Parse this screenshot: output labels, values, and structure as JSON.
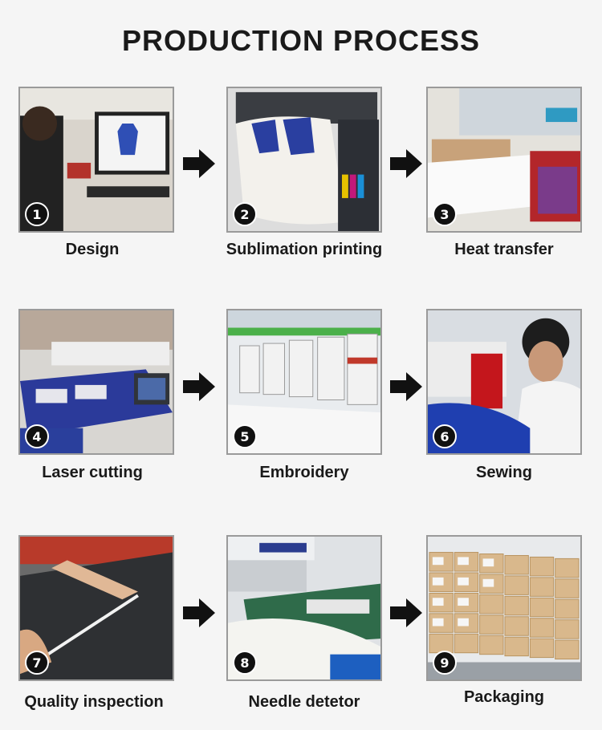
{
  "title": "PRODUCTION PROCESS",
  "steps": [
    {
      "number": "1",
      "label": "Design"
    },
    {
      "number": "2",
      "label": "Sublimation printing"
    },
    {
      "number": "3",
      "label": "Heat transfer"
    },
    {
      "number": "4",
      "label": "Laser cutting"
    },
    {
      "number": "5",
      "label": "Embroidery"
    },
    {
      "number": "6",
      "label": "Sewing"
    },
    {
      "number": "7",
      "label": "Quality inspection"
    },
    {
      "number": "8",
      "label": "Needle detetor"
    },
    {
      "number": "9",
      "label": "Packaging"
    }
  ],
  "colors": {
    "text": "#1a1a1a",
    "arrow": "#111111",
    "badge": "#111111"
  },
  "icons": {
    "arrow": "right-arrow-icon"
  }
}
